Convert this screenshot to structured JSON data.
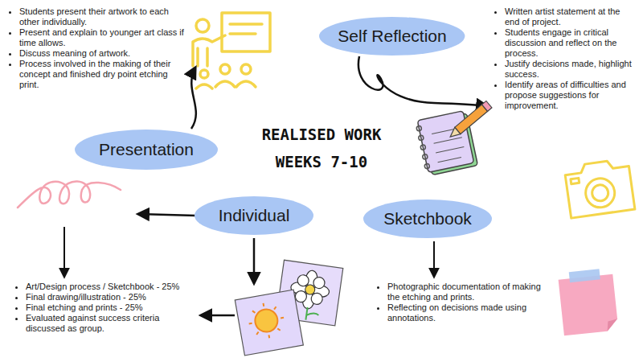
{
  "diagram": {
    "title": "REALISED WORK WEEKS 7-10",
    "nodes": [
      {
        "text": [
          "Self Reflection"
        ]
      },
      {
        "text": [
          "Presentation"
        ]
      },
      {
        "text": [
          "Individual"
        ]
      },
      {
        "text": [
          "Sketchbook"
        ]
      }
    ],
    "labels": [
      "Students present their artwork to each other individually.",
      "Present and explain to younger art class if time allows.",
      "Discuss meaning of artwork.",
      "Process involved in the making of their concept and finished dry point etching print.",
      "Written artist statement at the end of project.",
      "Students engage in critical discussion and reflect on the process.",
      "Justify decisions made, highlight success.",
      "Identify areas of difficulties and propose suggestions for improvement.",
      "Art/Design process / Sketchbook - 25%",
      "Final drawing/illustration - 25%",
      "Final etching and prints - 25%",
      "Evaluated against success criteria discussed as group.",
      "Photographic documentation of making the etching and prints.",
      "Reflecting on decisions made using annotations."
    ]
  }
}
